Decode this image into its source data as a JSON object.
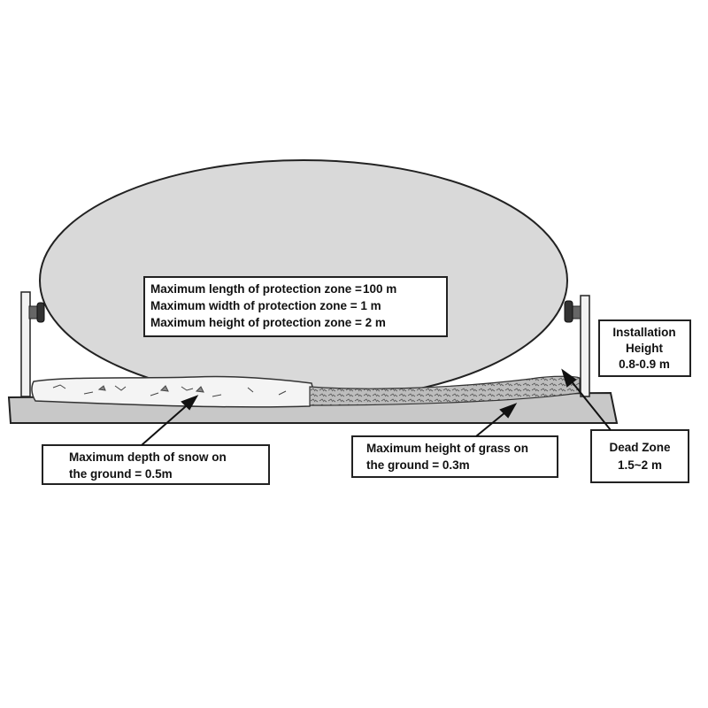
{
  "protection_zone": {
    "length": "Maximum length of protection zone = 100 m",
    "width": "Maximum width of protection zone  = 1 m",
    "height": "Maximum height of protection zone  =  2  m"
  },
  "installation": {
    "line1": "Installation",
    "line2": "Height",
    "line3": "0.8-0.9 m"
  },
  "dead_zone": {
    "line1": "Dead Zone",
    "line2": "1.5~2 m"
  },
  "snow": {
    "line1": "Maximum depth of snow on",
    "line2": "the ground = 0.5m"
  },
  "grass": {
    "line1": "Maximum height of grass on",
    "line2": "the ground = 0.3m"
  },
  "colors": {
    "beam": "#d9d9d9",
    "ground": "#c8c8c8",
    "outline": "#222222"
  }
}
